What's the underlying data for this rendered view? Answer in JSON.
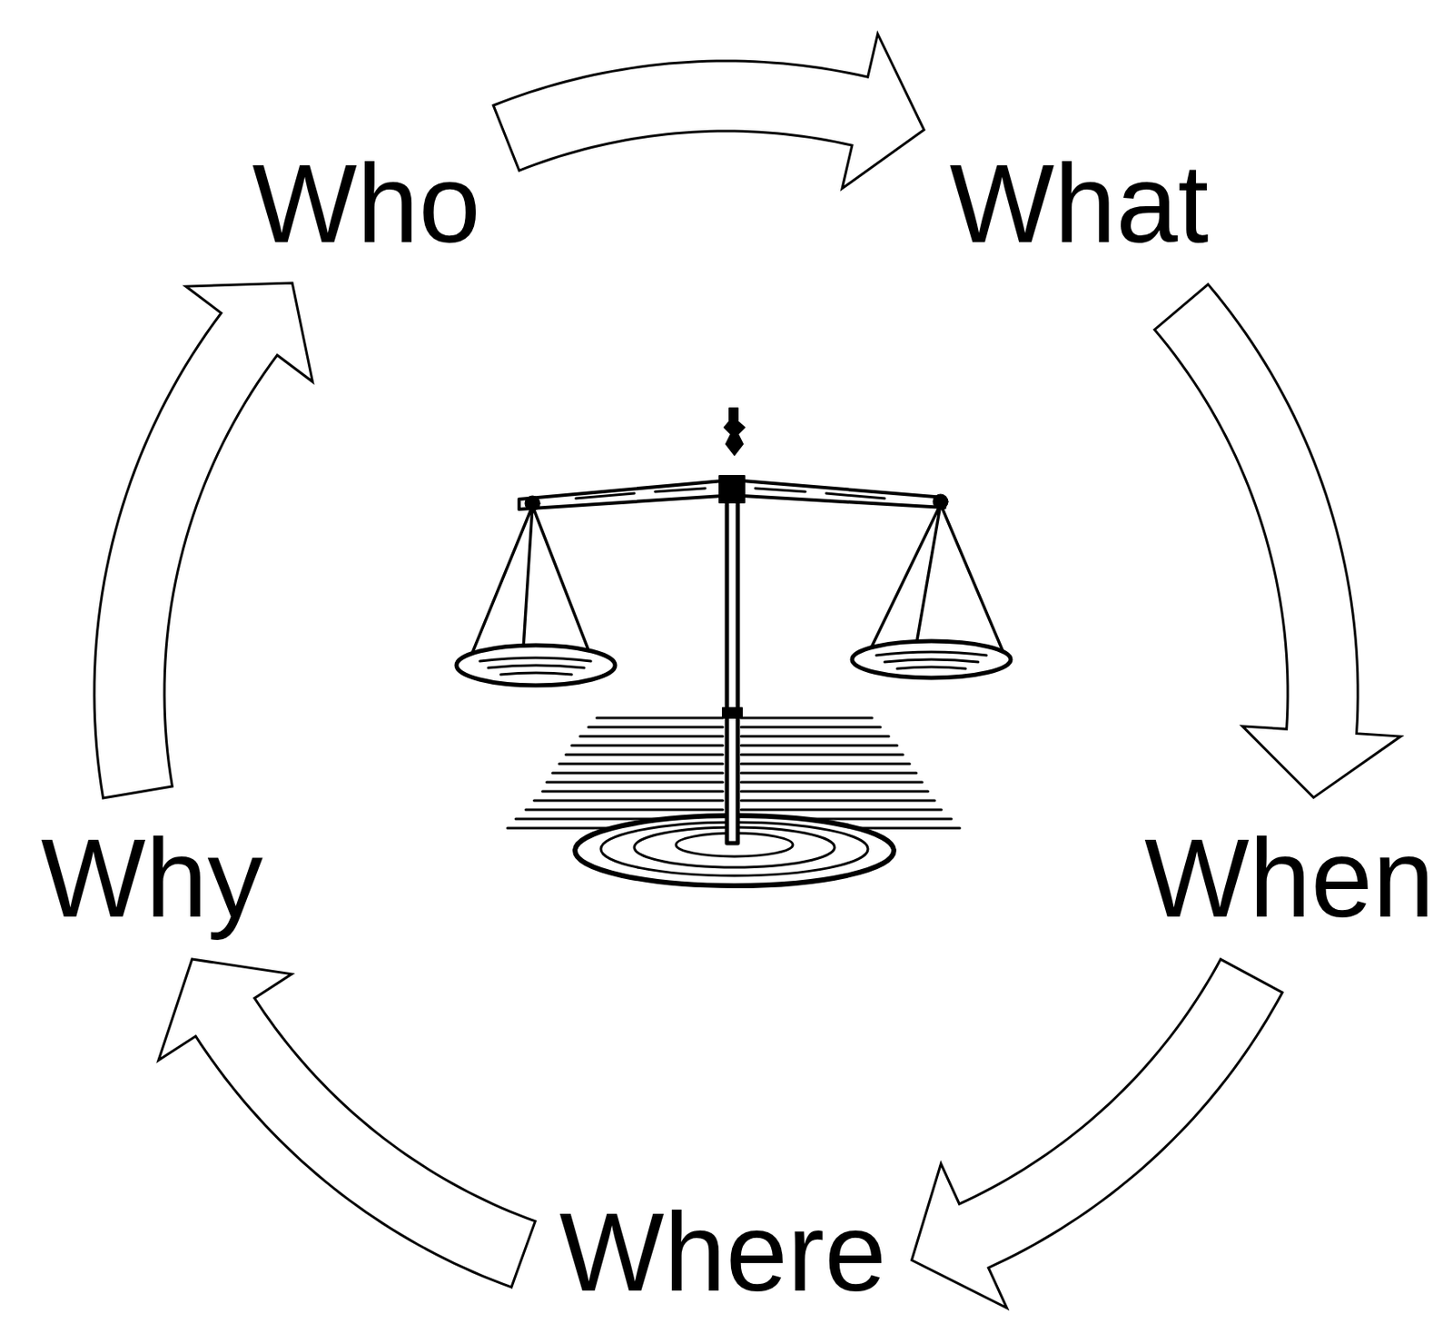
{
  "diagram": {
    "nodes": [
      {
        "text": [
          "Who"
        ]
      },
      {
        "text": [
          "What"
        ]
      },
      {
        "text": [
          "When"
        ]
      },
      {
        "text": [
          "Where"
        ]
      },
      {
        "text": [
          "Why"
        ]
      }
    ],
    "edges": [
      {
        "from": 0,
        "to": 1,
        "arrow": "to"
      },
      {
        "from": 1,
        "to": 2,
        "arrow": "to"
      },
      {
        "from": 2,
        "to": 3,
        "arrow": "to"
      },
      {
        "from": 3,
        "to": 4,
        "arrow": "to"
      },
      {
        "from": 4,
        "to": 0,
        "arrow": "to"
      }
    ]
  }
}
